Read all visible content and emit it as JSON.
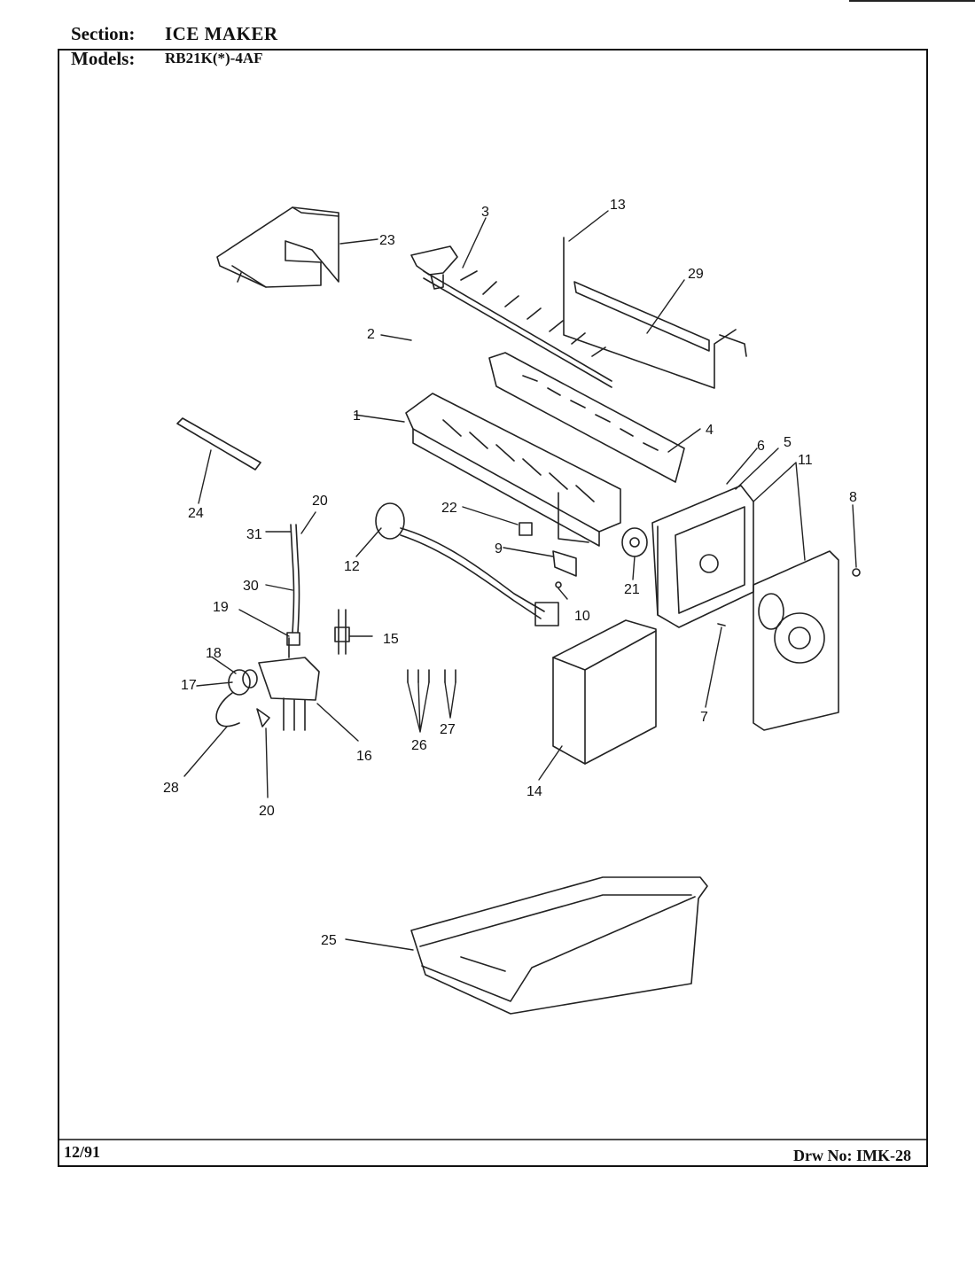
{
  "header": {
    "section_label": "Section:",
    "section_value": "ICE MAKER",
    "models_label": "Models:",
    "models_value": "RB21K(*)-4AF"
  },
  "footer": {
    "date": "12/91",
    "drawing_number": "Drw No: IMK-28"
  },
  "callouts": {
    "c1": "1",
    "c2": "2",
    "c3": "3",
    "c4": "4",
    "c5": "5",
    "c6": "6",
    "c7": "7",
    "c8": "8",
    "c9": "9",
    "c10": "10",
    "c11": "11",
    "c12": "12",
    "c13": "13",
    "c14": "14",
    "c15": "15",
    "c16": "16",
    "c17": "17",
    "c18": "18",
    "c19": "19",
    "c20a": "20",
    "c20b": "20",
    "c21": "21",
    "c22": "22",
    "c23": "23",
    "c24": "24",
    "c25": "25",
    "c26": "26",
    "c27": "27",
    "c28": "28",
    "c29": "29",
    "c30": "30",
    "c31": "31"
  }
}
